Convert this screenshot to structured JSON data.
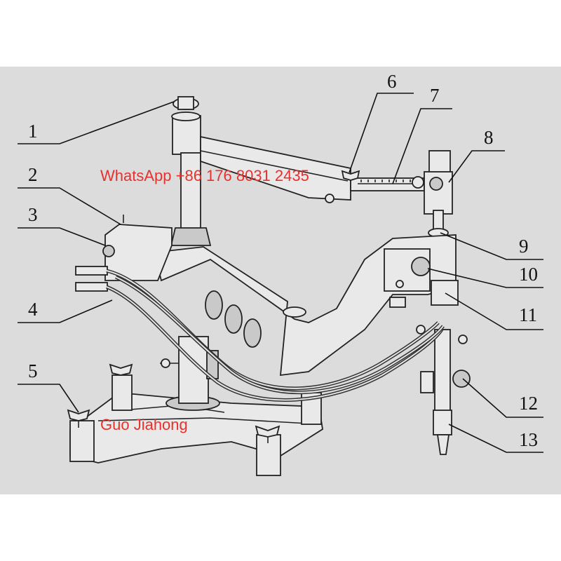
{
  "diagram": {
    "callouts": [
      "1",
      "2",
      "3",
      "4",
      "5",
      "6",
      "7",
      "8",
      "9",
      "10",
      "11",
      "12",
      "13"
    ]
  },
  "watermarks": {
    "phone": "WhatsApp +86 176 8031 2435",
    "name": "Guo Jiahong"
  },
  "colors": {
    "background": "#dcdcdc",
    "line": "#222222",
    "watermark": "#e8312d"
  }
}
